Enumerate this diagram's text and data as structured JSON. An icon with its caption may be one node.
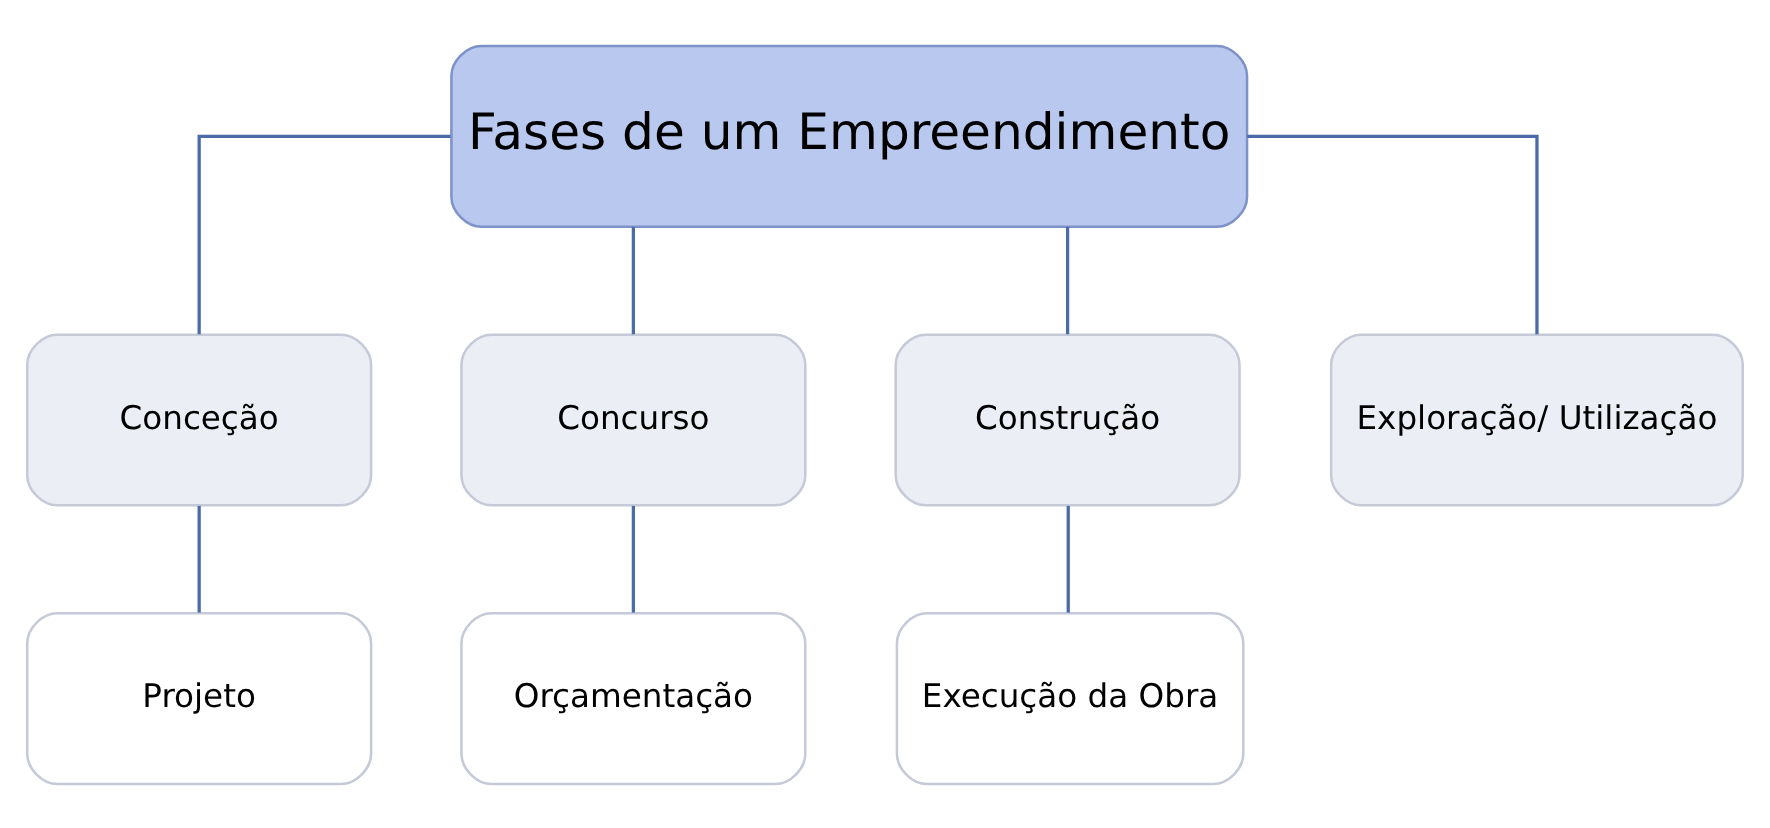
{
  "diagram": {
    "nodes": [
      {
        "text": [
          "Fases de um Empreendimento"
        ]
      },
      {
        "text": [
          "Conceção"
        ]
      },
      {
        "text": [
          "Concurso"
        ]
      },
      {
        "text": [
          "Construção"
        ]
      },
      {
        "text": [
          "Exploração/ Utilização"
        ]
      },
      {
        "text": [
          "Projeto"
        ]
      },
      {
        "text": [
          "Orçamentação"
        ]
      },
      {
        "text": [
          "Execução da Obra"
        ]
      }
    ],
    "edges": [
      {
        "from": 0,
        "to": 1,
        "arrow": "none"
      },
      {
        "from": 0,
        "to": 2,
        "arrow": "none"
      },
      {
        "from": 0,
        "to": 3,
        "arrow": "none"
      },
      {
        "from": 0,
        "to": 4,
        "arrow": "none"
      },
      {
        "from": 1,
        "to": 5,
        "arrow": "none"
      },
      {
        "from": 2,
        "to": 6,
        "arrow": "none"
      },
      {
        "from": 3,
        "to": 7,
        "arrow": "none"
      }
    ]
  }
}
